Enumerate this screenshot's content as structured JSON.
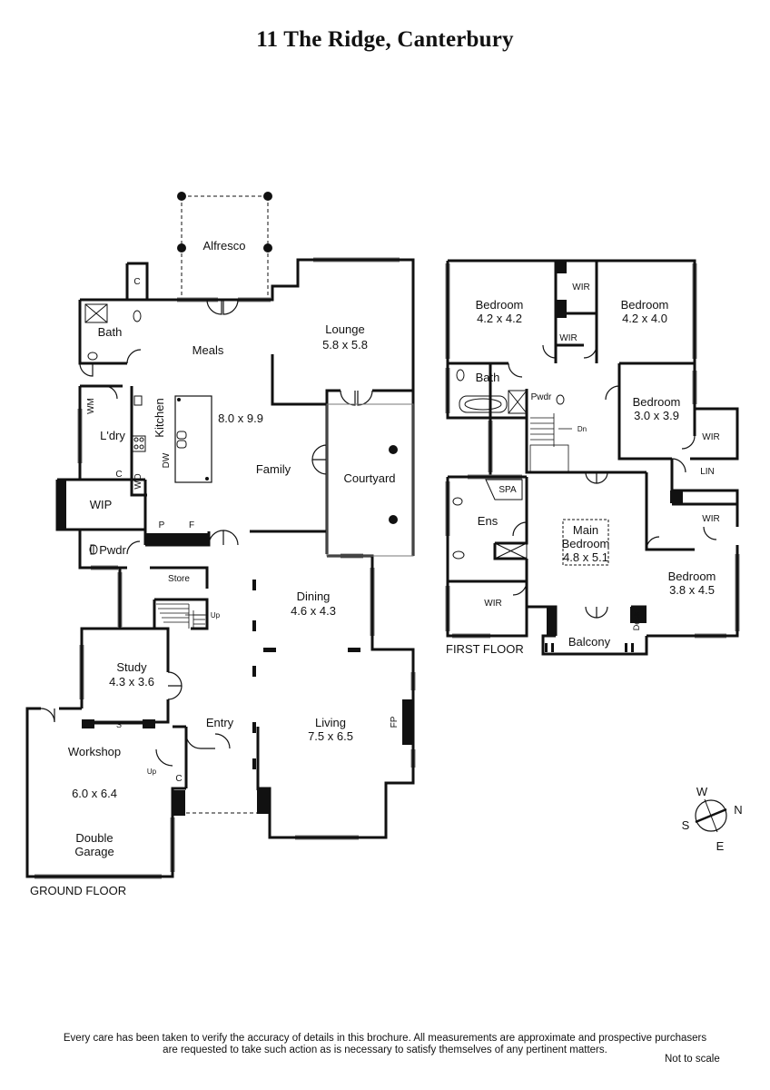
{
  "title": "11 The Ridge, Canterbury",
  "ground": {
    "floor_label": "GROUND FLOOR",
    "alfresco": "Alfresco",
    "c1": "C",
    "bath": "Bath",
    "meals": "Meals",
    "lounge": "Lounge",
    "lounge_dim": "5.8 x 5.8",
    "kitchen": "Kitchen",
    "kitchen_dim": "8.0 x 9.9",
    "wm": "WM",
    "ldry": "L'dry",
    "dw": "DW",
    "c2": "C",
    "wo": "WO",
    "family": "Family",
    "courtyard": "Courtyard",
    "wip": "WIP",
    "p": "P",
    "f": "F",
    "pwdr": "Pwdr",
    "store": "Store",
    "up1": "Up",
    "dining": "Dining",
    "dining_dim": "4.6 x 4.3",
    "study": "Study",
    "study_dim": "4.3 x 3.6",
    "entry": "Entry",
    "living": "Living",
    "living_dim": "7.5 x 6.5",
    "fp": "FP",
    "s": "S",
    "workshop": "Workshop",
    "workshop_dim": "6.0 x 6.4",
    "up2": "Up",
    "c3": "C",
    "garage1": "Double",
    "garage2": "Garage"
  },
  "first": {
    "floor_label": "FIRST FLOOR",
    "bed1": "Bedroom",
    "bed1_dim": "4.2 x 4.2",
    "wir1": "WIR",
    "bed2": "Bedroom",
    "bed2_dim": "4.2 x 4.0",
    "wir2": "WIR",
    "bath": "Bath",
    "pwdr": "Pwdr",
    "dn": "Dn",
    "bed3": "Bedroom",
    "bed3_dim": "3.0 x 3.9",
    "wir3": "WIR",
    "lin": "LIN",
    "spa": "SPA",
    "ens": "Ens",
    "main1": "Main",
    "main2": "Bedroom",
    "main_dim": "4.8 x 5.1",
    "wir4": "WIR",
    "bed4": "Bedroom",
    "bed4_dim": "3.8 x 4.5",
    "wir5": "WIR",
    "desk": "Desk",
    "balcony": "Balcony"
  },
  "compass": {
    "w": "W",
    "n": "N",
    "s": "S",
    "e": "E"
  },
  "disclaimer_1": "Every care has been taken to verify the accuracy of details in this brochure.  All measurements are approximate and prospective purchasers",
  "disclaimer_2": "are requested to take such action as is necessary to satisfy themselves of any pertinent matters.",
  "not_to_scale": "Not to scale"
}
